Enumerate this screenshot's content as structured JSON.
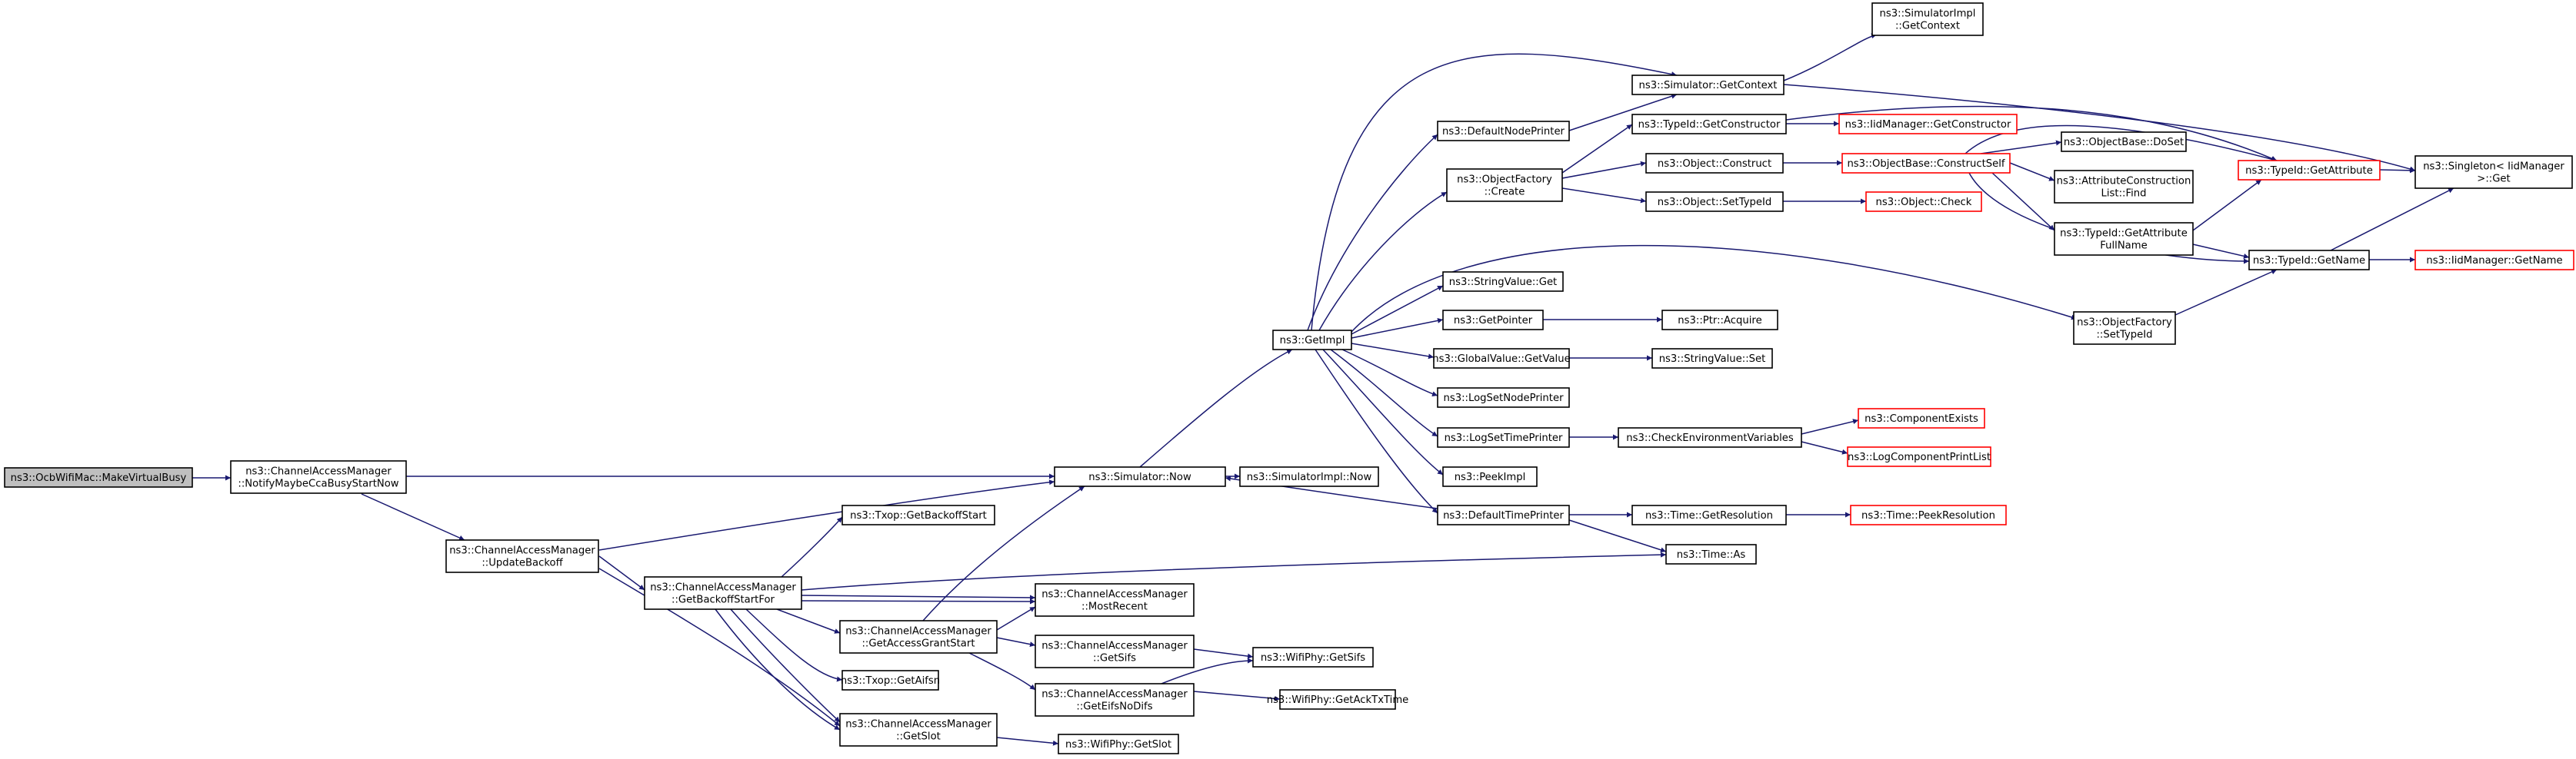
{
  "diagram": {
    "nodes": [
      {
        "id": "ocb",
        "lines": [
          "ns3::OcbWifiMac::MakeVirtualBusy"
        ],
        "style": "root"
      },
      {
        "id": "notify",
        "lines": [
          "ns3::ChannelAccessManager",
          "::NotifyMaybeCcaBusyStartNow"
        ],
        "style": "normal"
      },
      {
        "id": "updatebackoff",
        "lines": [
          "ns3::ChannelAccessManager",
          "::UpdateBackoff"
        ],
        "style": "normal"
      },
      {
        "id": "getbackoffstartfor",
        "lines": [
          "ns3::ChannelAccessManager",
          "::GetBackoffStartFor"
        ],
        "style": "normal"
      },
      {
        "id": "txop_getbackoffstart",
        "lines": [
          "ns3::Txop::GetBackoffStart"
        ],
        "style": "normal"
      },
      {
        "id": "getaccessgrantstart",
        "lines": [
          "ns3::ChannelAccessManager",
          "::GetAccessGrantStart"
        ],
        "style": "normal"
      },
      {
        "id": "txop_getaifsn",
        "lines": [
          "ns3::Txop::GetAifsn"
        ],
        "style": "normal"
      },
      {
        "id": "getslot",
        "lines": [
          "ns3::ChannelAccessManager",
          "::GetSlot"
        ],
        "style": "normal"
      },
      {
        "id": "sim_now",
        "lines": [
          "ns3::Simulator::Now"
        ],
        "style": "normal"
      },
      {
        "id": "mostrecent",
        "lines": [
          "ns3::ChannelAccessManager",
          "::MostRecent"
        ],
        "style": "normal"
      },
      {
        "id": "getsifs",
        "lines": [
          "ns3::ChannelAccessManager",
          "::GetSifs"
        ],
        "style": "normal"
      },
      {
        "id": "geteifsnodifs",
        "lines": [
          "ns3::ChannelAccessManager",
          "::GetEifsNoDifs"
        ],
        "style": "normal"
      },
      {
        "id": "phy_getslot",
        "lines": [
          "ns3::WifiPhy::GetSlot"
        ],
        "style": "normal"
      },
      {
        "id": "phy_getsifs",
        "lines": [
          "ns3::WifiPhy::GetSifs"
        ],
        "style": "normal"
      },
      {
        "id": "phy_getacktxtime",
        "lines": [
          "ns3::WifiPhy::GetAckTxTime"
        ],
        "style": "normal"
      },
      {
        "id": "simimpl_now",
        "lines": [
          "ns3::SimulatorImpl::Now"
        ],
        "style": "normal"
      },
      {
        "id": "getimpl",
        "lines": [
          "ns3::GetImpl"
        ],
        "style": "normal"
      },
      {
        "id": "defaultnodeprinter",
        "lines": [
          "ns3::DefaultNodePrinter"
        ],
        "style": "normal"
      },
      {
        "id": "objfactory_create",
        "lines": [
          "ns3::ObjectFactory",
          "::Create"
        ],
        "style": "normal"
      },
      {
        "id": "stringvalue_get",
        "lines": [
          "ns3::StringValue::Get"
        ],
        "style": "normal"
      },
      {
        "id": "getpointer",
        "lines": [
          "ns3::GetPointer"
        ],
        "style": "normal"
      },
      {
        "id": "globalvalue_getvalue",
        "lines": [
          "ns3::GlobalValue::GetValue"
        ],
        "style": "normal"
      },
      {
        "id": "logsetnodeprinter",
        "lines": [
          "ns3::LogSetNodePrinter"
        ],
        "style": "normal"
      },
      {
        "id": "logsettimeprinter",
        "lines": [
          "ns3::LogSetTimePrinter"
        ],
        "style": "normal"
      },
      {
        "id": "peekimpl",
        "lines": [
          "ns3::PeekImpl"
        ],
        "style": "normal"
      },
      {
        "id": "defaulttimeprinter",
        "lines": [
          "ns3::DefaultTimePrinter"
        ],
        "style": "normal"
      },
      {
        "id": "sim_getcontext",
        "lines": [
          "ns3::Simulator::GetContext"
        ],
        "style": "normal"
      },
      {
        "id": "typeid_getconstructor",
        "lines": [
          "ns3::TypeId::GetConstructor"
        ],
        "style": "normal"
      },
      {
        "id": "object_construct",
        "lines": [
          "ns3::Object::Construct"
        ],
        "style": "normal"
      },
      {
        "id": "object_settypeid",
        "lines": [
          "ns3::Object::SetTypeId"
        ],
        "style": "normal"
      },
      {
        "id": "ptr_acquire",
        "lines": [
          "ns3::Ptr::Acquire"
        ],
        "style": "normal"
      },
      {
        "id": "stringvalue_set",
        "lines": [
          "ns3::StringValue::Set"
        ],
        "style": "normal"
      },
      {
        "id": "checkenv",
        "lines": [
          "ns3::CheckEnvironmentVariables"
        ],
        "style": "normal"
      },
      {
        "id": "time_getresolution",
        "lines": [
          "ns3::Time::GetResolution"
        ],
        "style": "normal"
      },
      {
        "id": "time_as",
        "lines": [
          "ns3::Time::As"
        ],
        "style": "normal"
      },
      {
        "id": "simimpl_getcontext",
        "lines": [
          "ns3::SimulatorImpl",
          "::GetContext"
        ],
        "style": "normal"
      },
      {
        "id": "iidmanager_getconstructor",
        "lines": [
          "ns3::IidManager::GetConstructor"
        ],
        "style": "red"
      },
      {
        "id": "objbase_constructself",
        "lines": [
          "ns3::ObjectBase::ConstructSelf"
        ],
        "style": "red"
      },
      {
        "id": "object_check",
        "lines": [
          "ns3::Object::Check"
        ],
        "style": "red"
      },
      {
        "id": "componentexists",
        "lines": [
          "ns3::ComponentExists"
        ],
        "style": "red"
      },
      {
        "id": "logcomponentprintlist",
        "lines": [
          "ns3::LogComponentPrintList"
        ],
        "style": "red"
      },
      {
        "id": "time_peekresolution",
        "lines": [
          "ns3::Time::PeekResolution"
        ],
        "style": "red"
      },
      {
        "id": "objbase_doset",
        "lines": [
          "ns3::ObjectBase::DoSet"
        ],
        "style": "normal"
      },
      {
        "id": "attrconstructionlist_find",
        "lines": [
          "ns3::AttributeConstruction",
          "List::Find"
        ],
        "style": "normal"
      },
      {
        "id": "typeid_getattributefullname",
        "lines": [
          "ns3::TypeId::GetAttribute",
          "FullName"
        ],
        "style": "normal"
      },
      {
        "id": "objfactory_settypeid",
        "lines": [
          "ns3::ObjectFactory",
          "::SetTypeId"
        ],
        "style": "normal"
      },
      {
        "id": "typeid_getattribute",
        "lines": [
          "ns3::TypeId::GetAttribute"
        ],
        "style": "red"
      },
      {
        "id": "typeid_getname",
        "lines": [
          "ns3::TypeId::GetName"
        ],
        "style": "normal"
      },
      {
        "id": "singleton_get",
        "lines": [
          "ns3::Singleton< IidManager",
          " >::Get"
        ],
        "style": "normal"
      },
      {
        "id": "iidmanager_getname",
        "lines": [
          "ns3::IidManager::GetName"
        ],
        "style": "red"
      }
    ],
    "colors": {
      "edge": "#191970",
      "node_border": "#000000",
      "node_border_undocumented": "#ff0000",
      "root_fill": "#bfbfbf",
      "node_fill": "#ffffff"
    }
  }
}
